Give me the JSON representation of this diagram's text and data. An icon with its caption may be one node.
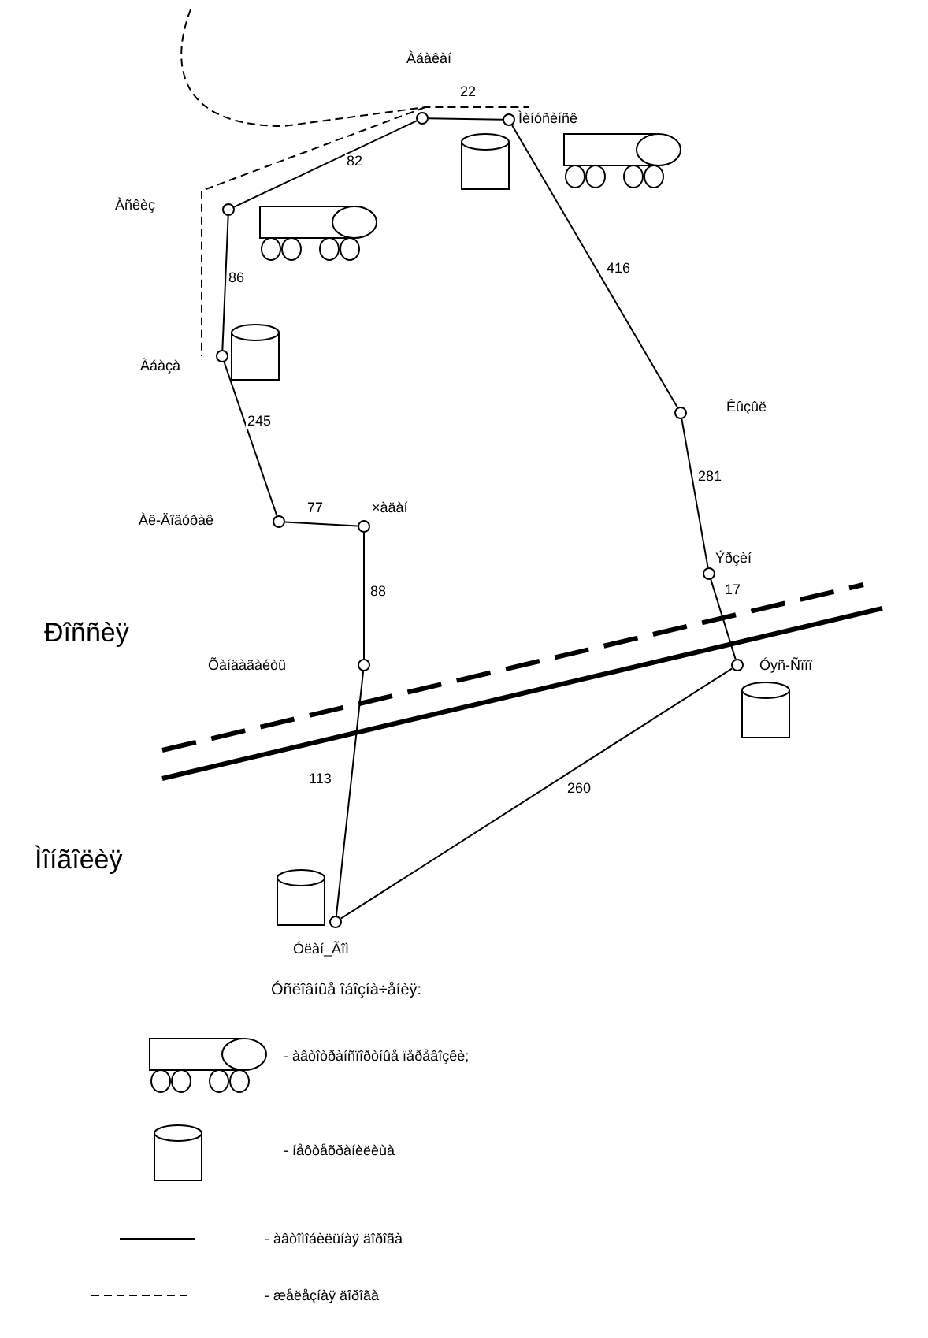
{
  "diagram": {
    "nodes": [
      {
        "text": [],
        "shape": "circle",
        "beside": [
          "Àáàêàí"
        ]
      },
      {
        "text": [],
        "shape": "circle",
        "beside": [
          "Ìèíóñèíñê"
        ]
      },
      {
        "text": [],
        "shape": "circle"
      },
      {
        "text": [],
        "shape": "circle",
        "beside": [
          "Àáàçà"
        ]
      },
      {
        "text": [],
        "shape": "circle"
      },
      {
        "text": [],
        "shape": "circle",
        "beside": [
          "×àäàí"
        ]
      },
      {
        "text": [],
        "shape": "circle"
      },
      {
        "text": [],
        "shape": "circle",
        "beside": [
          "Êûçûë"
        ]
      },
      {
        "text": [],
        "shape": "circle",
        "beside": [
          "Ýðçèí"
        ]
      },
      {
        "text": [],
        "shape": "circle",
        "beside": [
          "Óyñ-Ñîîî"
        ]
      },
      {
        "text": [],
        "shape": "circle",
        "beside": [
          "Óëàí_Ãîì"
        ]
      }
    ],
    "edges": [
      {
        "from": 0,
        "to": 1,
        "arrow": "none",
        "label": "22"
      },
      {
        "from": 2,
        "to": 0,
        "arrow": "none",
        "label": "82"
      },
      {
        "from": 1,
        "to": 7,
        "arrow": "none",
        "label": "416"
      },
      {
        "from": 2,
        "to": 3,
        "arrow": "none",
        "label": "86"
      },
      {
        "from": 3,
        "to": 4,
        "arrow": "none",
        "label": "245"
      },
      {
        "from": 4,
        "to": 5,
        "arrow": "none",
        "label": "77"
      },
      {
        "from": 5,
        "to": 6,
        "arrow": "none",
        "label": "88"
      },
      {
        "from": 7,
        "to": 8,
        "arrow": "none",
        "label": "281"
      },
      {
        "from": 8,
        "to": 9,
        "arrow": "none",
        "label": "17"
      },
      {
        "from": 6,
        "to": 10,
        "arrow": "none",
        "label": "113"
      },
      {
        "from": 9,
        "to": 10,
        "arrow": "none",
        "label": "260"
      }
    ],
    "labels": [
      "Àñêèç",
      "Àê-Äîâóðàê",
      "Ðîññèÿ",
      "Õàíäàãàéòû",
      "Ìîíãîëèÿ",
      "Óñëîâíûå îáîçíà÷åíèÿ:"
    ],
    "legend": [
      {
        "text": "- àâòîòðàíñïîðòíûå ïåðåâîçêè;"
      },
      {
        "text": "- íåôòåõðàíèëèùà"
      },
      {
        "text": "- àâòîìîáèëüíàÿ äîðîãà"
      },
      {
        "text": "- æåëåçíàÿ äîðîãà"
      }
    ]
  }
}
